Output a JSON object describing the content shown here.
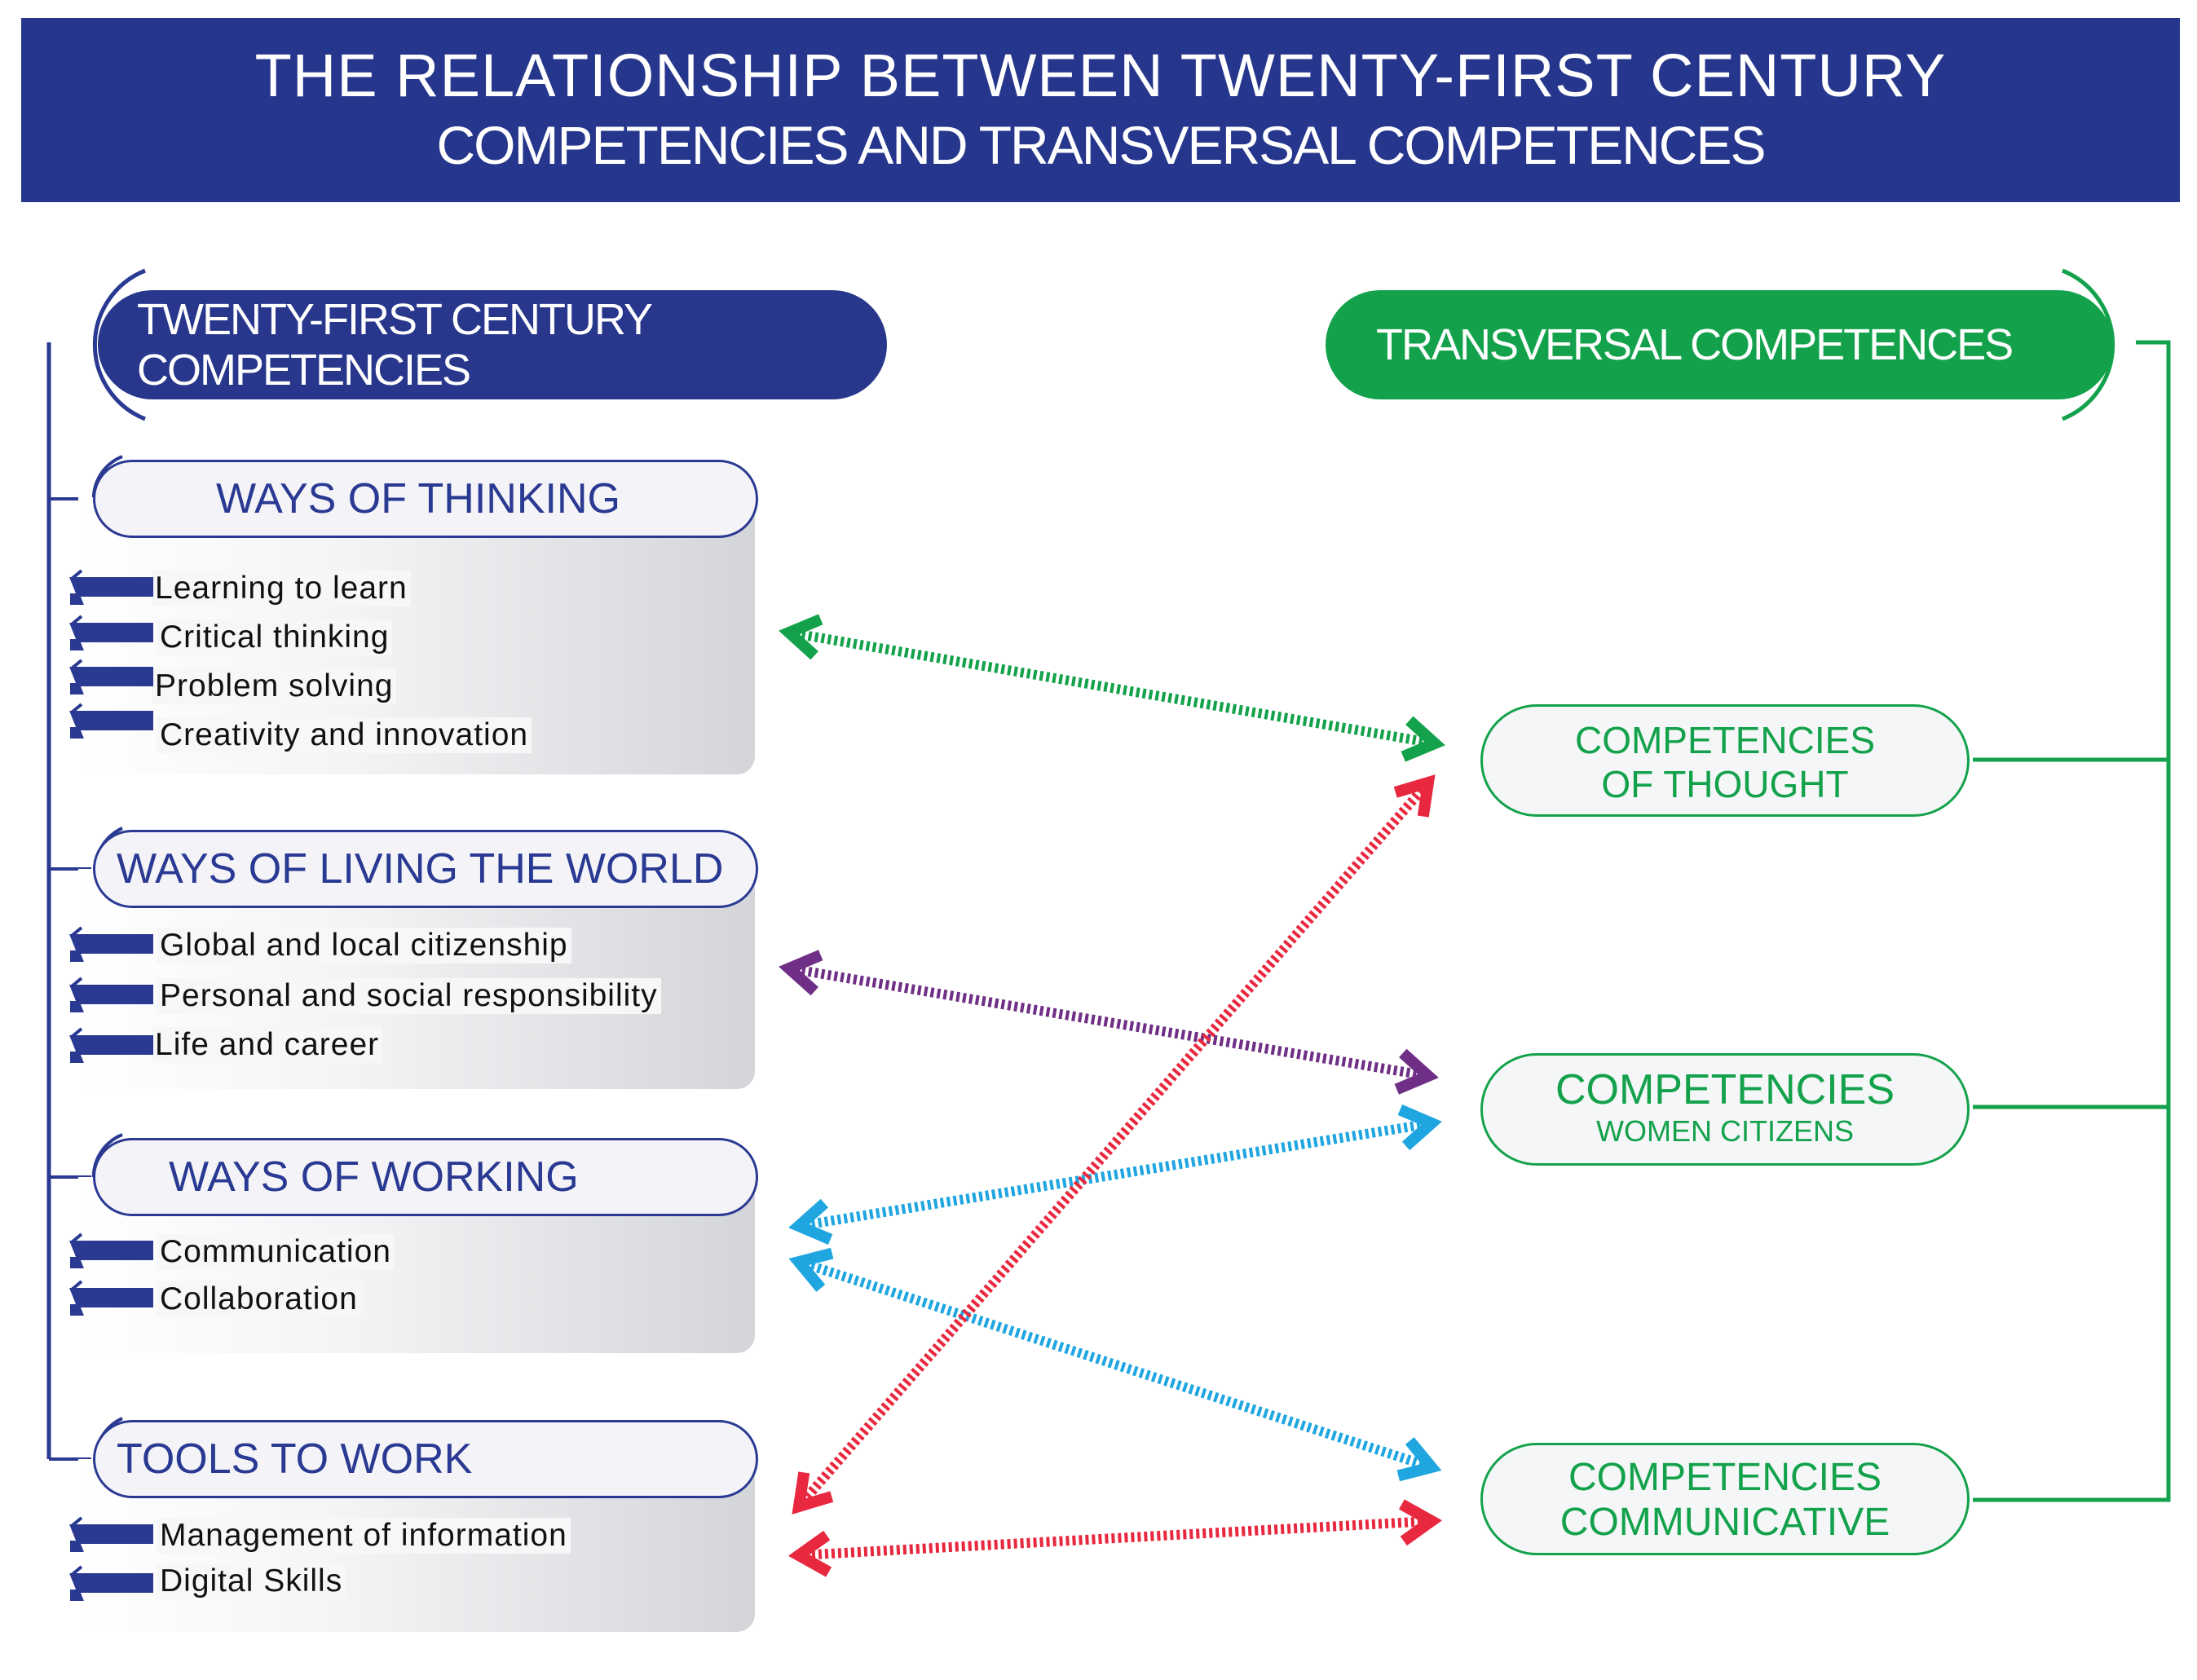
{
  "header": {
    "title_line1": "THE RELATIONSHIP BETWEEN TWENTY-FIRST CENTURY",
    "title_line2": "COMPETENCIES AND TRANSVERSAL COMPETENCES"
  },
  "left_heading": "TWENTY-FIRST CENTURY COMPETENCIES",
  "right_heading": "TRANSVERSAL COMPETENCES",
  "categories": [
    {
      "title": "WAYS OF THINKING",
      "items": [
        "Learning to learn",
        "Critical thinking",
        "Problem solving",
        "Creativity and innovation"
      ]
    },
    {
      "title": "WAYS OF LIVING THE WORLD",
      "items": [
        "Global and local citizenship",
        "Personal and social responsibility",
        "Life and career"
      ]
    },
    {
      "title": "WAYS OF WORKING",
      "items": [
        "Communication",
        "Collaboration"
      ]
    },
    {
      "title": "TOOLS TO WORK",
      "items": [
        "Management of information",
        "Digital Skills"
      ]
    }
  ],
  "transversal": [
    {
      "line1": "COMPETENCIES",
      "line2": "OF THOUGHT"
    },
    {
      "line1": "COMPETENCIES",
      "line2": "WOMEN CITIZENS"
    },
    {
      "line1": "COMPETENCIES",
      "line2": "COMMUNICATIVE"
    }
  ],
  "colors": {
    "navy": "#26368c",
    "green": "#13a24b",
    "arrow_thinking": "#13a24b",
    "arrow_living": "#6f2f86",
    "arrow_working": "#1fa6e0",
    "arrow_tools": "#e8283f"
  },
  "links": [
    {
      "from": "WAYS OF THINKING",
      "to": "COMPETENCIES OF THOUGHT",
      "color": "#13a24b"
    },
    {
      "from": "WAYS OF LIVING THE WORLD",
      "to": "COMPETENCIES WOMEN CITIZENS",
      "color": "#6f2f86"
    },
    {
      "from": "WAYS OF WORKING",
      "to": "COMPETENCIES WOMEN CITIZENS",
      "color": "#1fa6e0"
    },
    {
      "from": "WAYS OF WORKING",
      "to": "COMPETENCIES COMMUNICATIVE",
      "color": "#1fa6e0"
    },
    {
      "from": "TOOLS TO WORK",
      "to": "COMPETENCIES OF THOUGHT",
      "color": "#e8283f"
    },
    {
      "from": "TOOLS TO WORK",
      "to": "COMPETENCIES COMMUNICATIVE",
      "color": "#e8283f"
    }
  ]
}
